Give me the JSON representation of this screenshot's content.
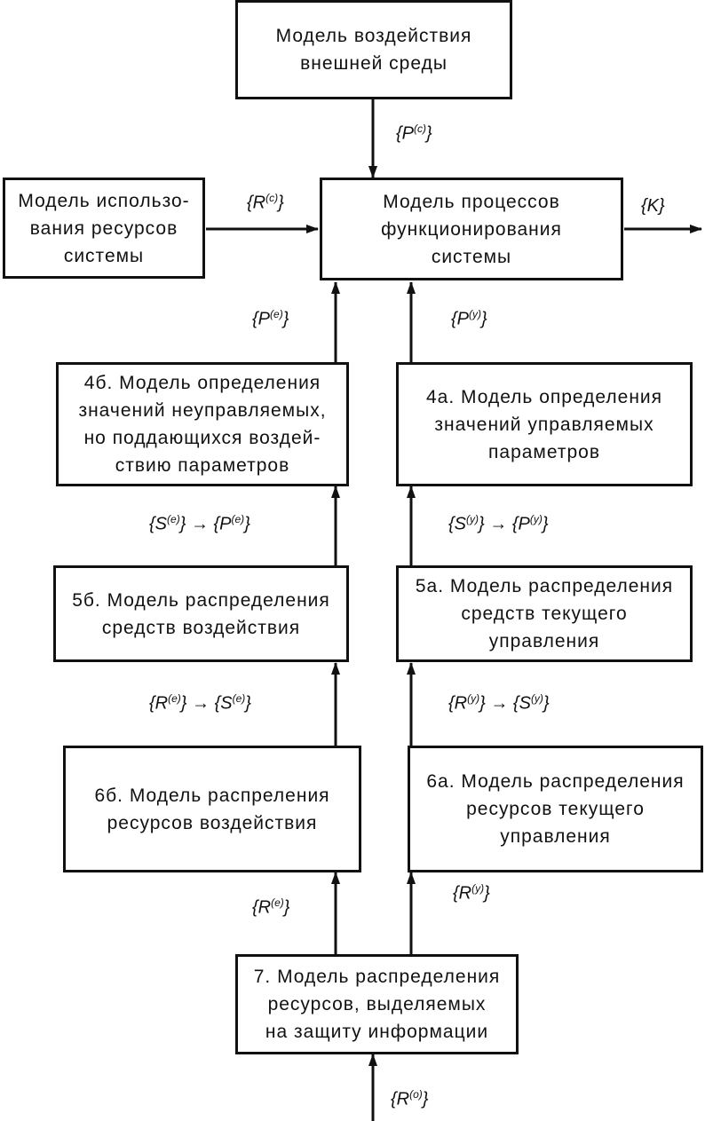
{
  "boxes": {
    "env": "Модель воздействия\nвнешней среды",
    "resources": "Модель использо-\nвания ресурсов\nсистемы",
    "process": "Модель процессов\nфункционирования\nсистемы",
    "b4b": "4б. Модель определения\nзначений неуправляемых,\nно поддающихся воздей-\nствию параметров",
    "b4a": "4а. Модель определения\nзначений управляемых\nпараметров",
    "b5b": "5б. Модель распределения\nсредств воздействия",
    "b5a": "5а. Модель распределения\nсредств текущего\nуправления",
    "b6b": "6б. Модель распреления\nресурсов воздействия",
    "b6a": "6а. Модель распределения\nресурсов текущего\nуправления",
    "b7": "7. Модель распределения\nресурсов, выделяемых\nна защиту информации"
  },
  "labels": {
    "pc": {
      "base": "{P",
      "sup": "(c)",
      "tail": "}"
    },
    "rc": {
      "base": "{R",
      "sup": "(c)",
      "tail": "}"
    },
    "k": {
      "base": "{K}",
      "sup": "",
      "tail": ""
    },
    "pe": {
      "base": "{P",
      "sup": "(e)",
      "tail": "}"
    },
    "py": {
      "base": "{P",
      "sup": "(y)",
      "tail": "}"
    },
    "se_pe": {
      "a": "{S",
      "asup": "(e)",
      "b": "} → {P",
      "bsup": "(e)",
      "c": "}"
    },
    "sy_py": {
      "a": "{S",
      "asup": "(y)",
      "b": "} → {P",
      "bsup": "(y)",
      "c": "}"
    },
    "re_se": {
      "a": "{R",
      "asup": "(e)",
      "b": "} → {S",
      "bsup": "(e)",
      "c": "}"
    },
    "ry_sy": {
      "a": "{R",
      "asup": "(y)",
      "b": "} → {S",
      "bsup": "(y)",
      "c": "}"
    },
    "re": {
      "base": "{R",
      "sup": "(e)",
      "tail": "}"
    },
    "ry": {
      "base": "{R",
      "sup": "(y)",
      "tail": "}"
    },
    "ro": {
      "base": "{R",
      "sup": "(o)",
      "tail": "}"
    }
  }
}
